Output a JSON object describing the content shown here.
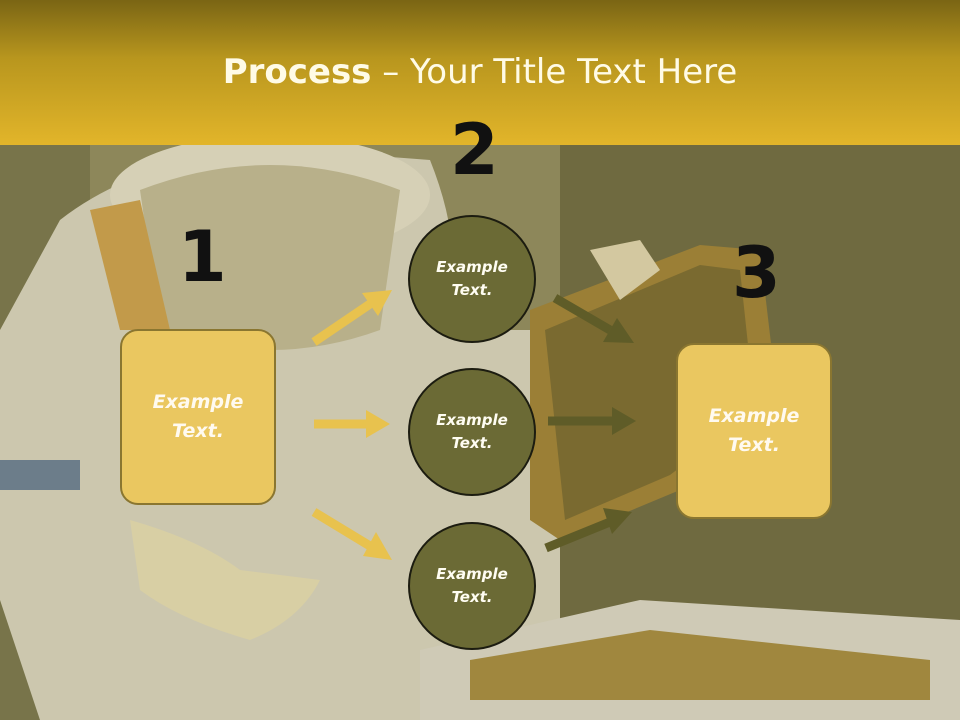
{
  "title": {
    "bold": "Process",
    "rest": " – Your Title Text Here"
  },
  "steps": {
    "n1": "1",
    "n2": "2",
    "n3": "3",
    "box1": {
      "line1": "Example",
      "line2": "Text."
    },
    "box3": {
      "line1": "Example",
      "line2": "Text."
    },
    "circles": [
      {
        "line1": "Example",
        "line2": "Text."
      },
      {
        "line1": "Example",
        "line2": "Text."
      },
      {
        "line1": "Example",
        "line2": "Text."
      }
    ]
  },
  "colors": {
    "header": "#e2b52a",
    "box_fill": "#eac760",
    "circle_fill": "#6b6a35",
    "arrow_yellow": "#e8c24e",
    "arrow_olive": "#5f5c28"
  }
}
